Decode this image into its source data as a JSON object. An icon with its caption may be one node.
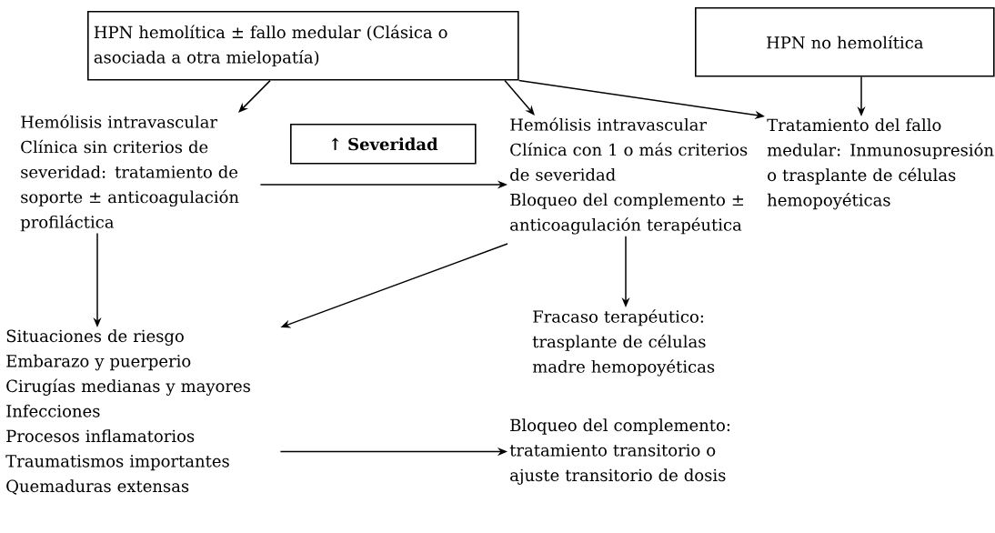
{
  "diagram": {
    "nodes": [
      {
        "text": [
          "HPN hemolítica ± fallo medular (Clásica o asociada a otra mielopatía)"
        ]
      },
      {
        "text": [
          "HPN no hemolítica"
        ]
      },
      {
        "text": [
          "Hemólisis intravascular",
          "Clínica sin criterios de severidad: tratamiento de soporte ± anticoagulación profiláctica"
        ]
      },
      {
        "text": [
          "↑ Severidad"
        ]
      },
      {
        "text": [
          "Hemólisis intravascular",
          "Clínica con 1 o más criterios de severidad",
          "Bloqueo del complemento ± anticoagulación terapéutica"
        ]
      },
      {
        "text": [
          "Tratamiento del fallo medular: Inmunosupresión o trasplante de células hemopoyéticas"
        ]
      },
      {
        "text": [
          "Situaciones de riesgo",
          "Embarazo y puerperio",
          "Cirugías medianas y mayores",
          "Infecciones",
          "Procesos inflamatorios",
          "Traumatismos importantes",
          "Quemaduras extensas"
        ]
      },
      {
        "text": [
          "Fracaso terapéutico: trasplante de células madre hemopoyéticas"
        ]
      },
      {
        "text": [
          "Bloqueo del complemento: tratamiento transitorio o ajuste transitorio de dosis"
        ]
      }
    ],
    "edges": [
      {
        "from": 0,
        "to": 2,
        "arrow": "to"
      },
      {
        "from": 0,
        "to": 4,
        "arrow": "to"
      },
      {
        "from": 0,
        "to": 5,
        "arrow": "to"
      },
      {
        "from": 1,
        "to": 5,
        "arrow": "to"
      },
      {
        "from": 2,
        "to": 4,
        "arrow": "to"
      },
      {
        "from": 2,
        "to": 6,
        "arrow": "to"
      },
      {
        "from": 4,
        "to": 6,
        "arrow": "to"
      },
      {
        "from": 4,
        "to": 7,
        "arrow": "to"
      },
      {
        "from": 6,
        "to": 8,
        "arrow": "to"
      }
    ]
  }
}
